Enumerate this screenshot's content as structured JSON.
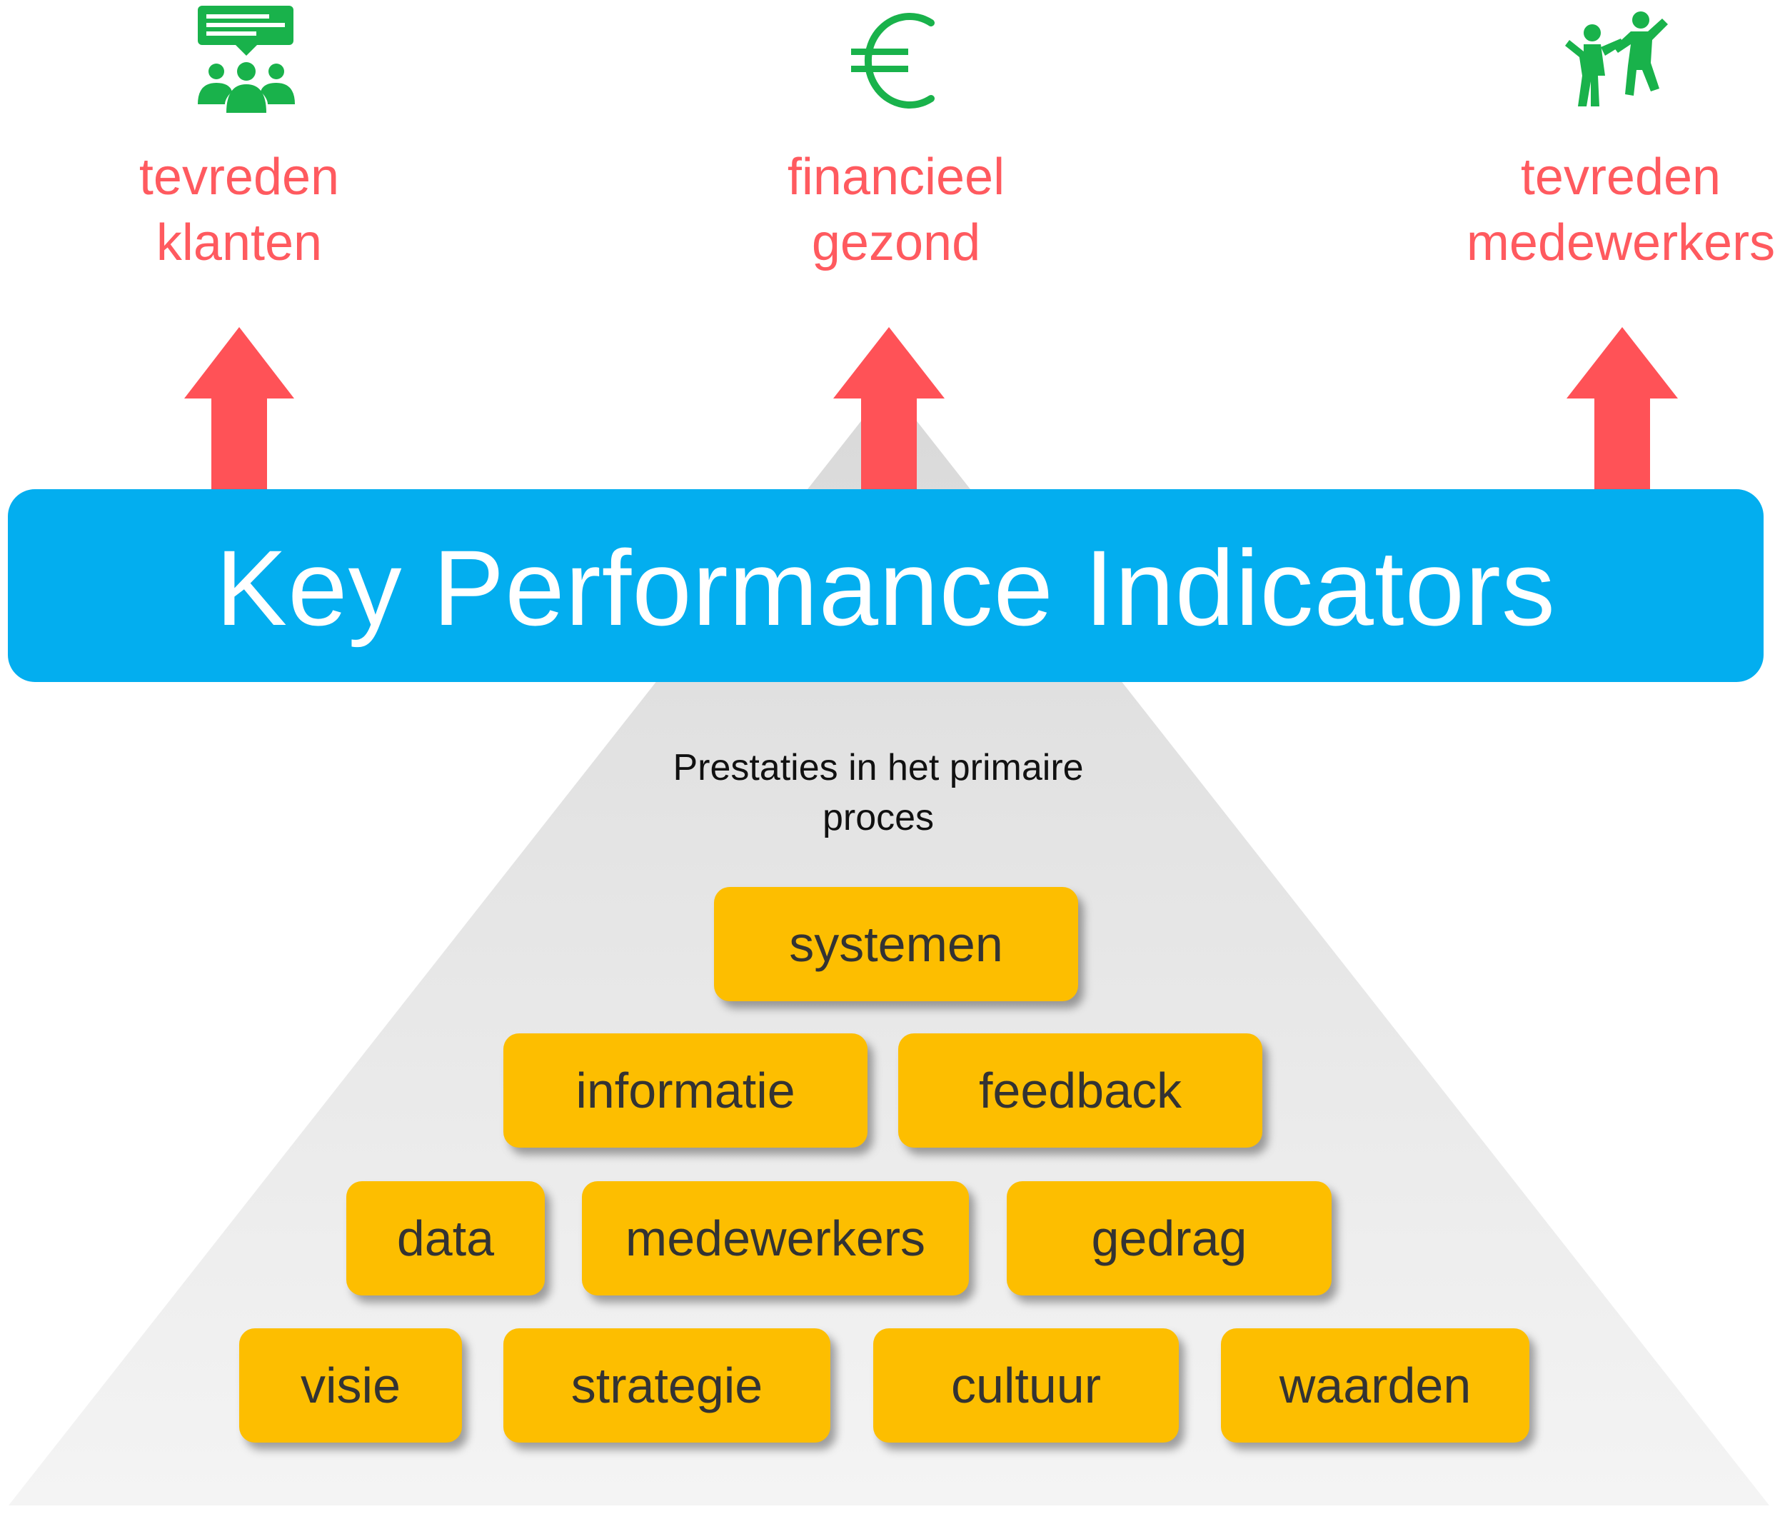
{
  "goals": [
    {
      "icon": "customer-feedback-icon",
      "line1": "tevreden",
      "line2": "klanten"
    },
    {
      "icon": "euro-icon",
      "line1": "financieel",
      "line2": "gezond"
    },
    {
      "icon": "cheering-employees-icon",
      "line1": "tevreden",
      "line2": "medewerkers"
    }
  ],
  "kpi_title": "Key Performance Indicators",
  "pyramid": {
    "caption_line1": "Prestaties in het primaire",
    "caption_line2": "proces",
    "rows": [
      [
        "systemen"
      ],
      [
        "informatie",
        "feedback"
      ],
      [
        "data",
        "medewerkers",
        "gedrag"
      ],
      [
        "visie",
        "strategie",
        "cultuur",
        "waarden"
      ]
    ]
  },
  "colors": {
    "goal_text": "#ff5a5f",
    "arrow": "#ff5257",
    "icon": "#19b24b",
    "kpi_bar": "#03aeef",
    "block": "#fdbe00",
    "pyramid_top": "#d6d6d6",
    "pyramid_bottom": "#f2f2f2"
  }
}
